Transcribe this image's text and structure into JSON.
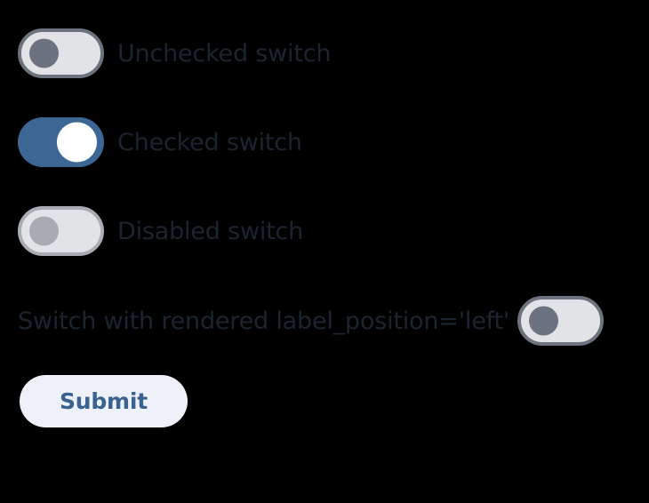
{
  "page": {
    "background_color": "#000000",
    "label_color": "#1c2430"
  },
  "switches": [
    {
      "id": "unchecked-switch",
      "label": "Unchecked switch",
      "state": "off",
      "checked": false,
      "disabled": false,
      "label_position": "right",
      "track_color": "#e1e3e7",
      "border_color": "#6d737e",
      "thumb_color": "#6b7280"
    },
    {
      "id": "checked-switch",
      "label": "Checked switch",
      "state": "on",
      "checked": true,
      "disabled": false,
      "label_position": "right",
      "track_color": "#3c6694",
      "border_color": "#3c6694",
      "thumb_color": "#ffffff"
    },
    {
      "id": "disabled-switch",
      "label": "Disabled switch",
      "state": "off",
      "checked": false,
      "disabled": true,
      "label_position": "right",
      "track_color": "#e1e3e7",
      "border_color": "#a9acb3",
      "thumb_color": "#a8abb1"
    },
    {
      "id": "left-label-switch",
      "label": "Switch with rendered label_position='left'",
      "state": "off",
      "checked": false,
      "disabled": false,
      "label_position": "left",
      "track_color": "#e1e3e7",
      "border_color": "#6d737e",
      "thumb_color": "#6b7280"
    }
  ],
  "submit": {
    "label": "Submit",
    "background_color": "#eef1f9",
    "text_color": "#3a628f"
  }
}
